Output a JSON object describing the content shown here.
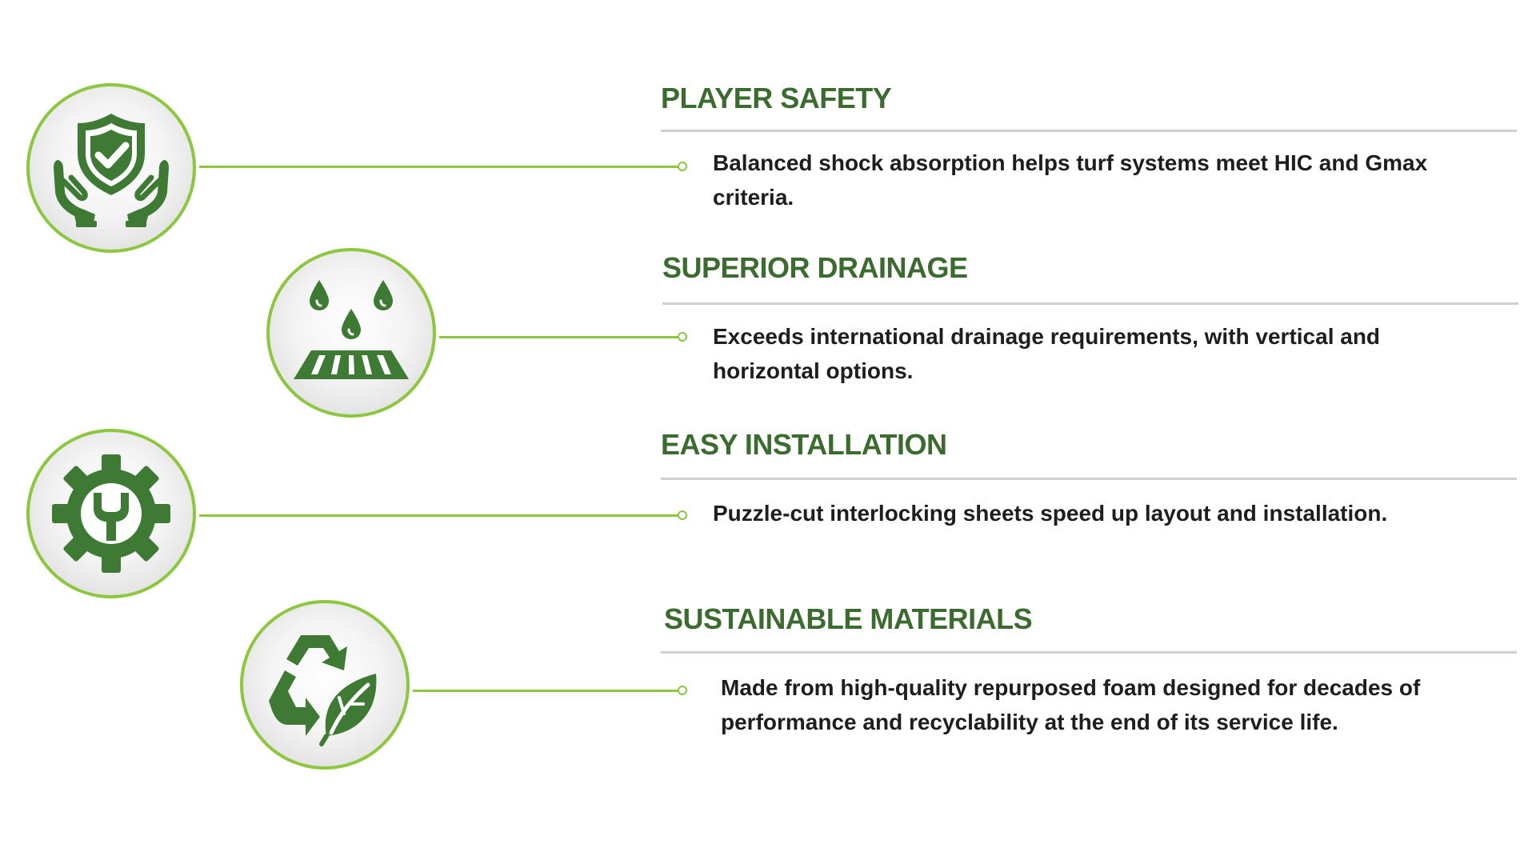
{
  "colors": {
    "accent_green": "#8dc63f",
    "title_green": "#3b6b2f",
    "icon_green": "#3f7a35",
    "divider_gray": "#cfcfcf",
    "text": "#1e1e1e"
  },
  "features": [
    {
      "title": "PLAYER SAFETY",
      "description": "Balanced shock absorption helps turf systems meet HIC and Gmax criteria.",
      "icon": "shield-check-hands-icon"
    },
    {
      "title": "SUPERIOR DRAINAGE",
      "description": "Exceeds international drainage requirements, with vertical and horizontal options.",
      "icon": "water-drops-drain-icon"
    },
    {
      "title": "EASY INSTALLATION",
      "description": "Puzzle-cut interlocking sheets speed up layout and installation.",
      "icon": "gear-wrench-icon"
    },
    {
      "title": "SUSTAINABLE MATERIALS",
      "description": "Made from high-quality repurposed foam designed for decades of performance and recyclability at the end of its service life.",
      "icon": "recycle-leaf-icon"
    }
  ]
}
